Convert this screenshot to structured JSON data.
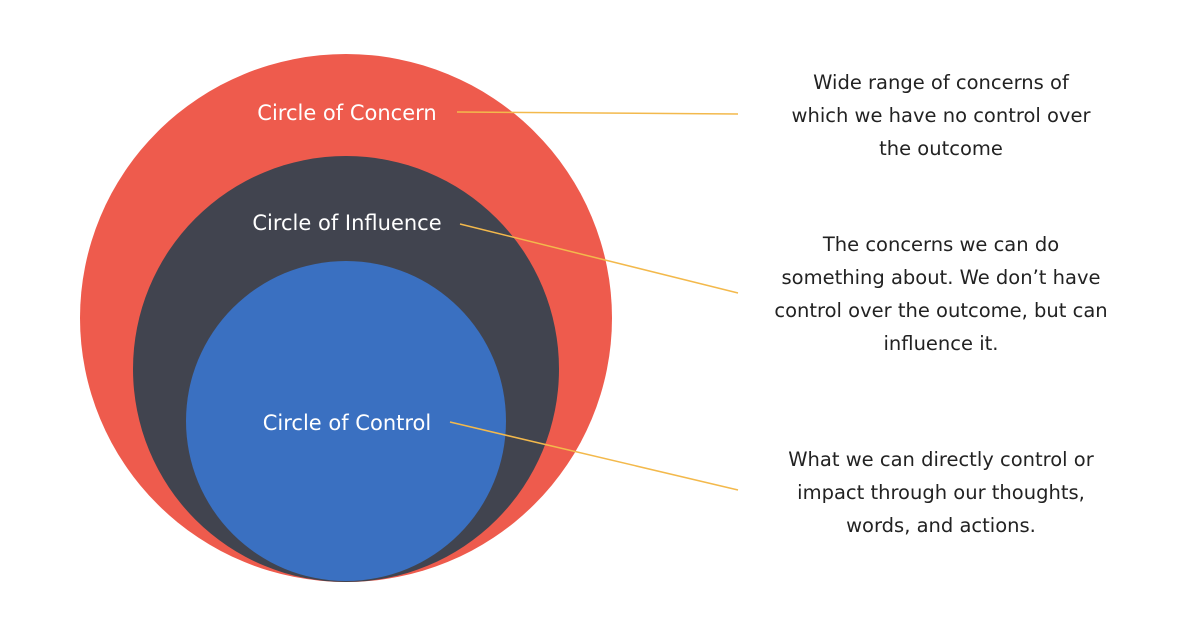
{
  "colors": {
    "concern": "#EE5B4D",
    "influence": "#41444F",
    "control": "#3A70C1",
    "connector": "#F3B94C",
    "label_text": "#FFFFFF",
    "description_text": "#222222"
  },
  "circles": {
    "concern": {
      "label": "Circle of Concern"
    },
    "influence": {
      "label": "Circle of Influence"
    },
    "control": {
      "label": "Circle of Control"
    }
  },
  "descriptions": {
    "concern": [
      "Wide range of concerns of",
      "which we have no control over",
      "the outcome"
    ],
    "influence": [
      "The concerns we can do",
      "something about. We don’t have",
      "control over the outcome, but can",
      "influence it."
    ],
    "control": [
      "What we can directly control or",
      "impact through our thoughts,",
      "words, and actions."
    ]
  }
}
